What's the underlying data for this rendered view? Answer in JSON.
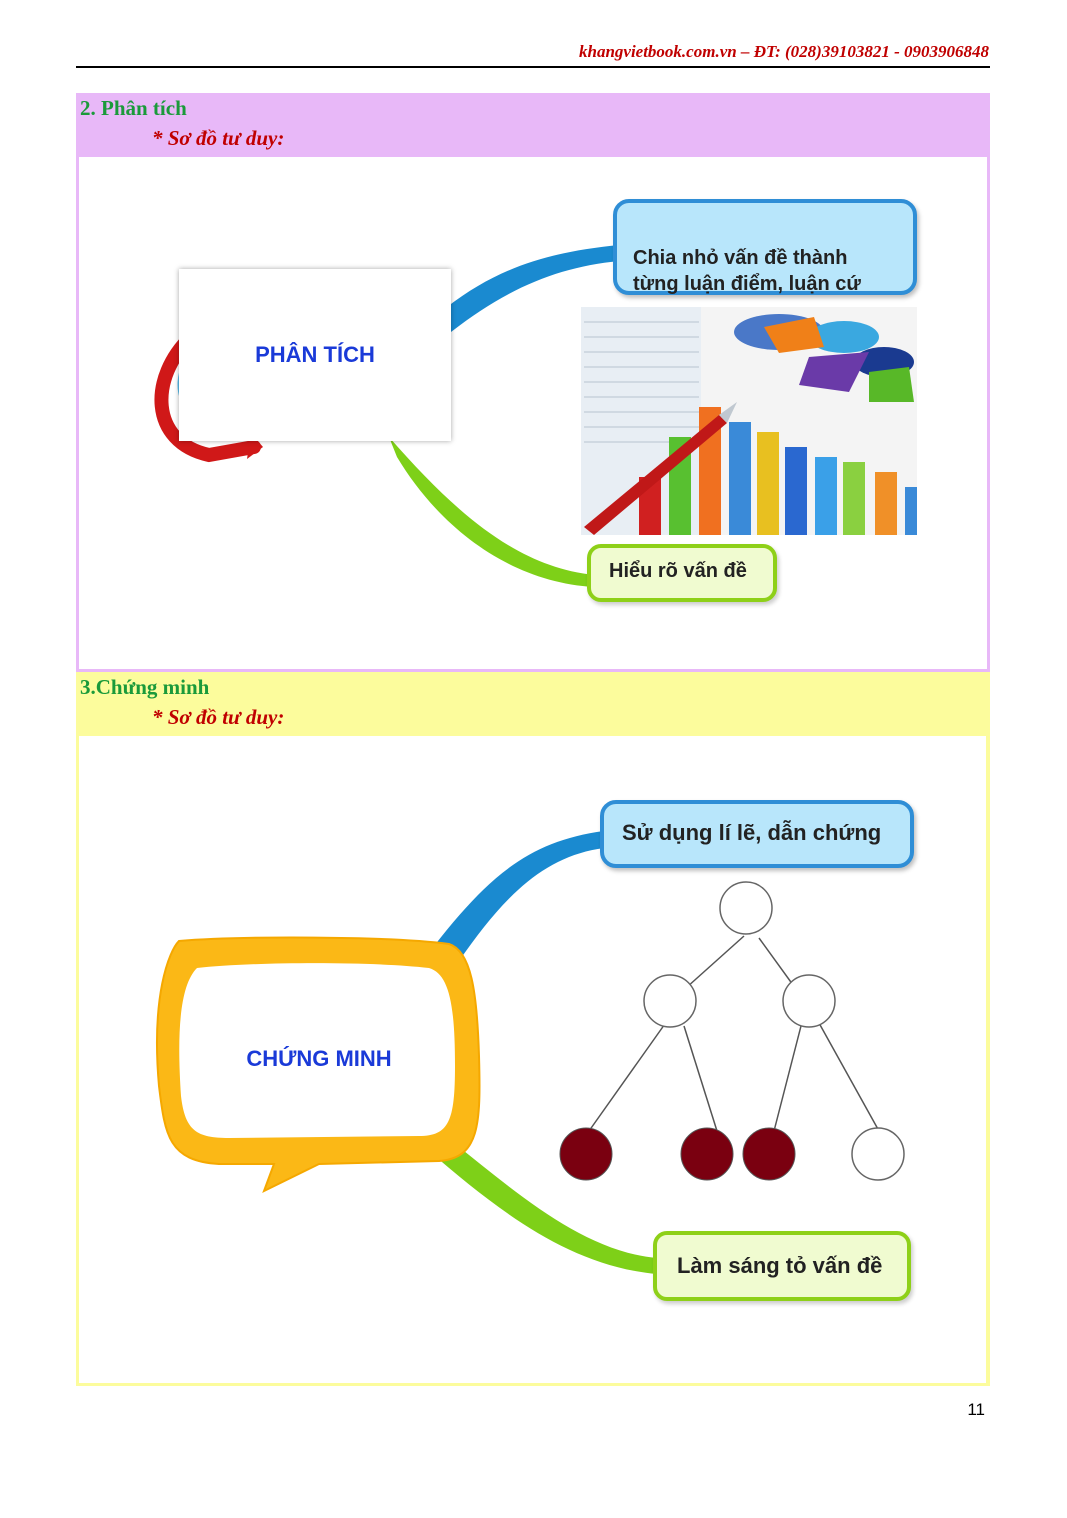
{
  "header": {
    "contact": "khangvietbook.com.vn – ĐT: (028)39103821 - 0903906848"
  },
  "sections": [
    {
      "title": "2. Phân tích",
      "subtitle": "* Sơ đồ tư duy:",
      "mindmap": {
        "center": "PHÂN TÍCH",
        "branch_top": "Chia nhỏ vấn đề thành\ntừng luận điểm, luận cứ",
        "branch_bottom": "Hiểu rõ vấn đề",
        "illustration": "chart-and-pen-photo"
      }
    },
    {
      "title": "3.Chứng minh",
      "subtitle": "* Sơ đồ tư duy:",
      "mindmap": {
        "center": "CHỨNG MINH",
        "branch_top": "Sử dụng lí lẽ, dẫn chứng",
        "branch_bottom": "Làm sáng tỏ vấn đề",
        "illustration": "binary-tree-diagram"
      }
    }
  ],
  "colors": {
    "section1_bg": "#e8b8f8",
    "section2_bg": "#fcfc9c",
    "title_green": "#1a9a3a",
    "subtitle_red": "#c00000",
    "center_text_blue": "#1a3ad8",
    "filled_node": "#7a0010"
  },
  "page_number": "11"
}
